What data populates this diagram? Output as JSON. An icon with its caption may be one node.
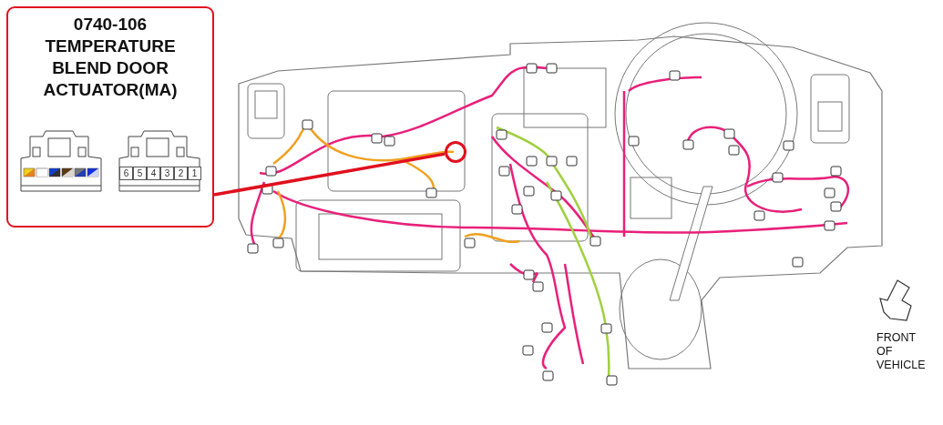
{
  "diagram": {
    "nodes": [
      {
        "text": [
          "0740-106 TEMPERATURE BLEND DOOR ACTUATOR(MA)"
        ]
      },
      {
        "text": [],
        "shape": "circle"
      }
    ],
    "edges": [
      {
        "from": 0,
        "to": 1,
        "arrow": "none"
      }
    ],
    "labels": [
      "6",
      "5",
      "4",
      "3",
      "2",
      "1",
      "FRONT OF VEHICLE"
    ]
  }
}
